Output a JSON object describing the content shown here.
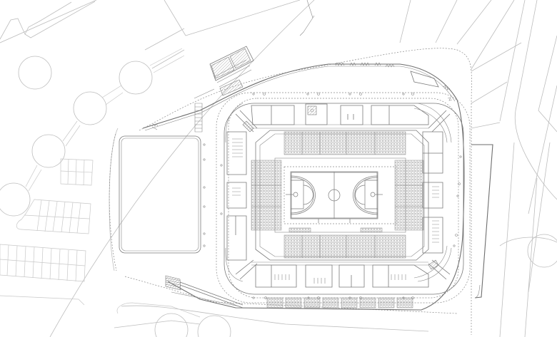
{
  "drawing": {
    "type": "architectural-site-plan",
    "subject": "arena",
    "colors": {
      "background": "#ffffff",
      "context_lines": "#bdbdbd",
      "building_lines": "#6e6e6e"
    },
    "elements": {
      "basketball_court": {
        "count": 1
      },
      "seating_blocks": {
        "count": 4
      },
      "trees": {
        "count": 7
      },
      "parking_rows": {
        "count": 5
      },
      "outdoor_field": {
        "count": 1
      },
      "stairs": {
        "count": 3
      }
    }
  }
}
